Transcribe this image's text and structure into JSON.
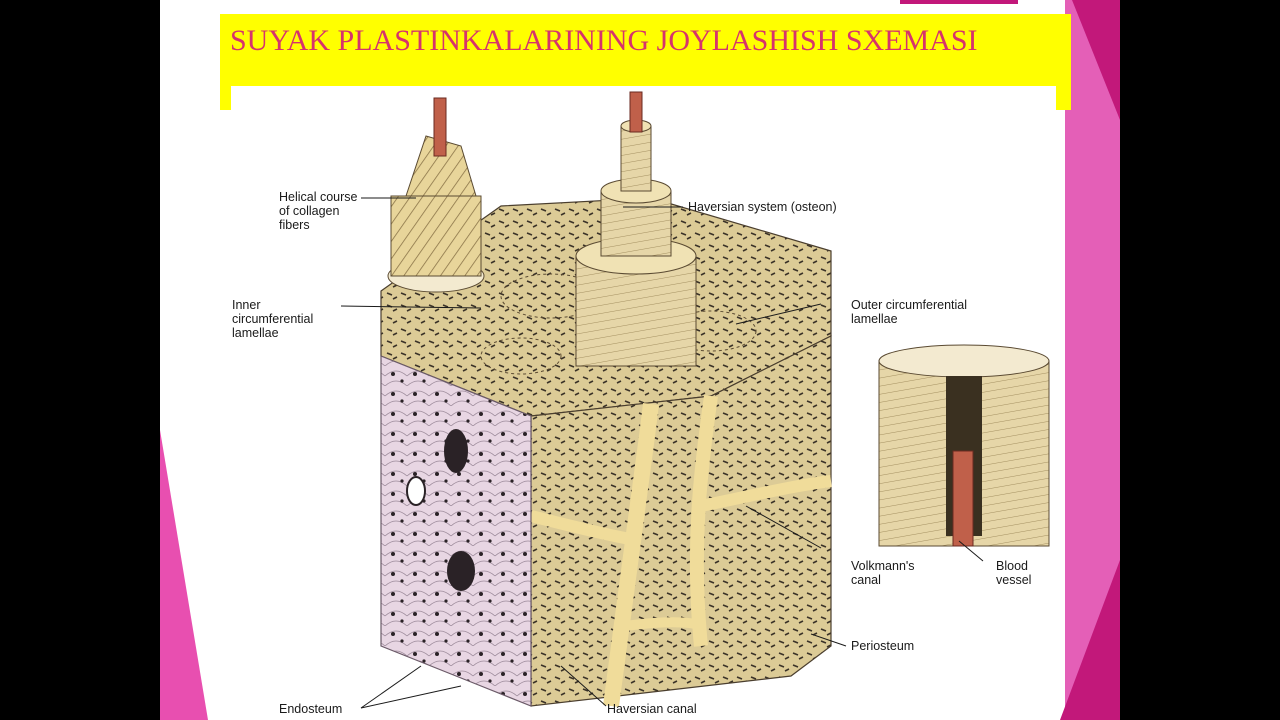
{
  "slide": {
    "title": "SUYAK PLASTINKALARINING JOYLASHISH SXEMASI"
  },
  "labels": {
    "helical": [
      "Helical course",
      "of collagen",
      "fibers"
    ],
    "osteon": [
      "Haversian system (osteon)"
    ],
    "inner": [
      "Inner",
      "circumferential",
      "lamellae"
    ],
    "outer": [
      "Outer circumferential",
      "lamellae"
    ],
    "volkmann": [
      "Volkmann's",
      "canal"
    ],
    "blood": [
      "Blood",
      "vessel"
    ],
    "periosteum": [
      "Periosteum"
    ],
    "endosteum": [
      "Endosteum"
    ],
    "haversian_canal": [
      "Haversian canal"
    ]
  },
  "colors": {
    "background": "#000000",
    "slide": "#ffffff",
    "title_bar": "#ffff00",
    "title_text": "#d6336c",
    "accent_magenta": "#c2187a",
    "accent_pink": "#e84fb0",
    "bone": "#d9c98e",
    "canal": "#f0dc9a",
    "endosteum": "#e6d3e0",
    "vessel": "#c0604a"
  }
}
